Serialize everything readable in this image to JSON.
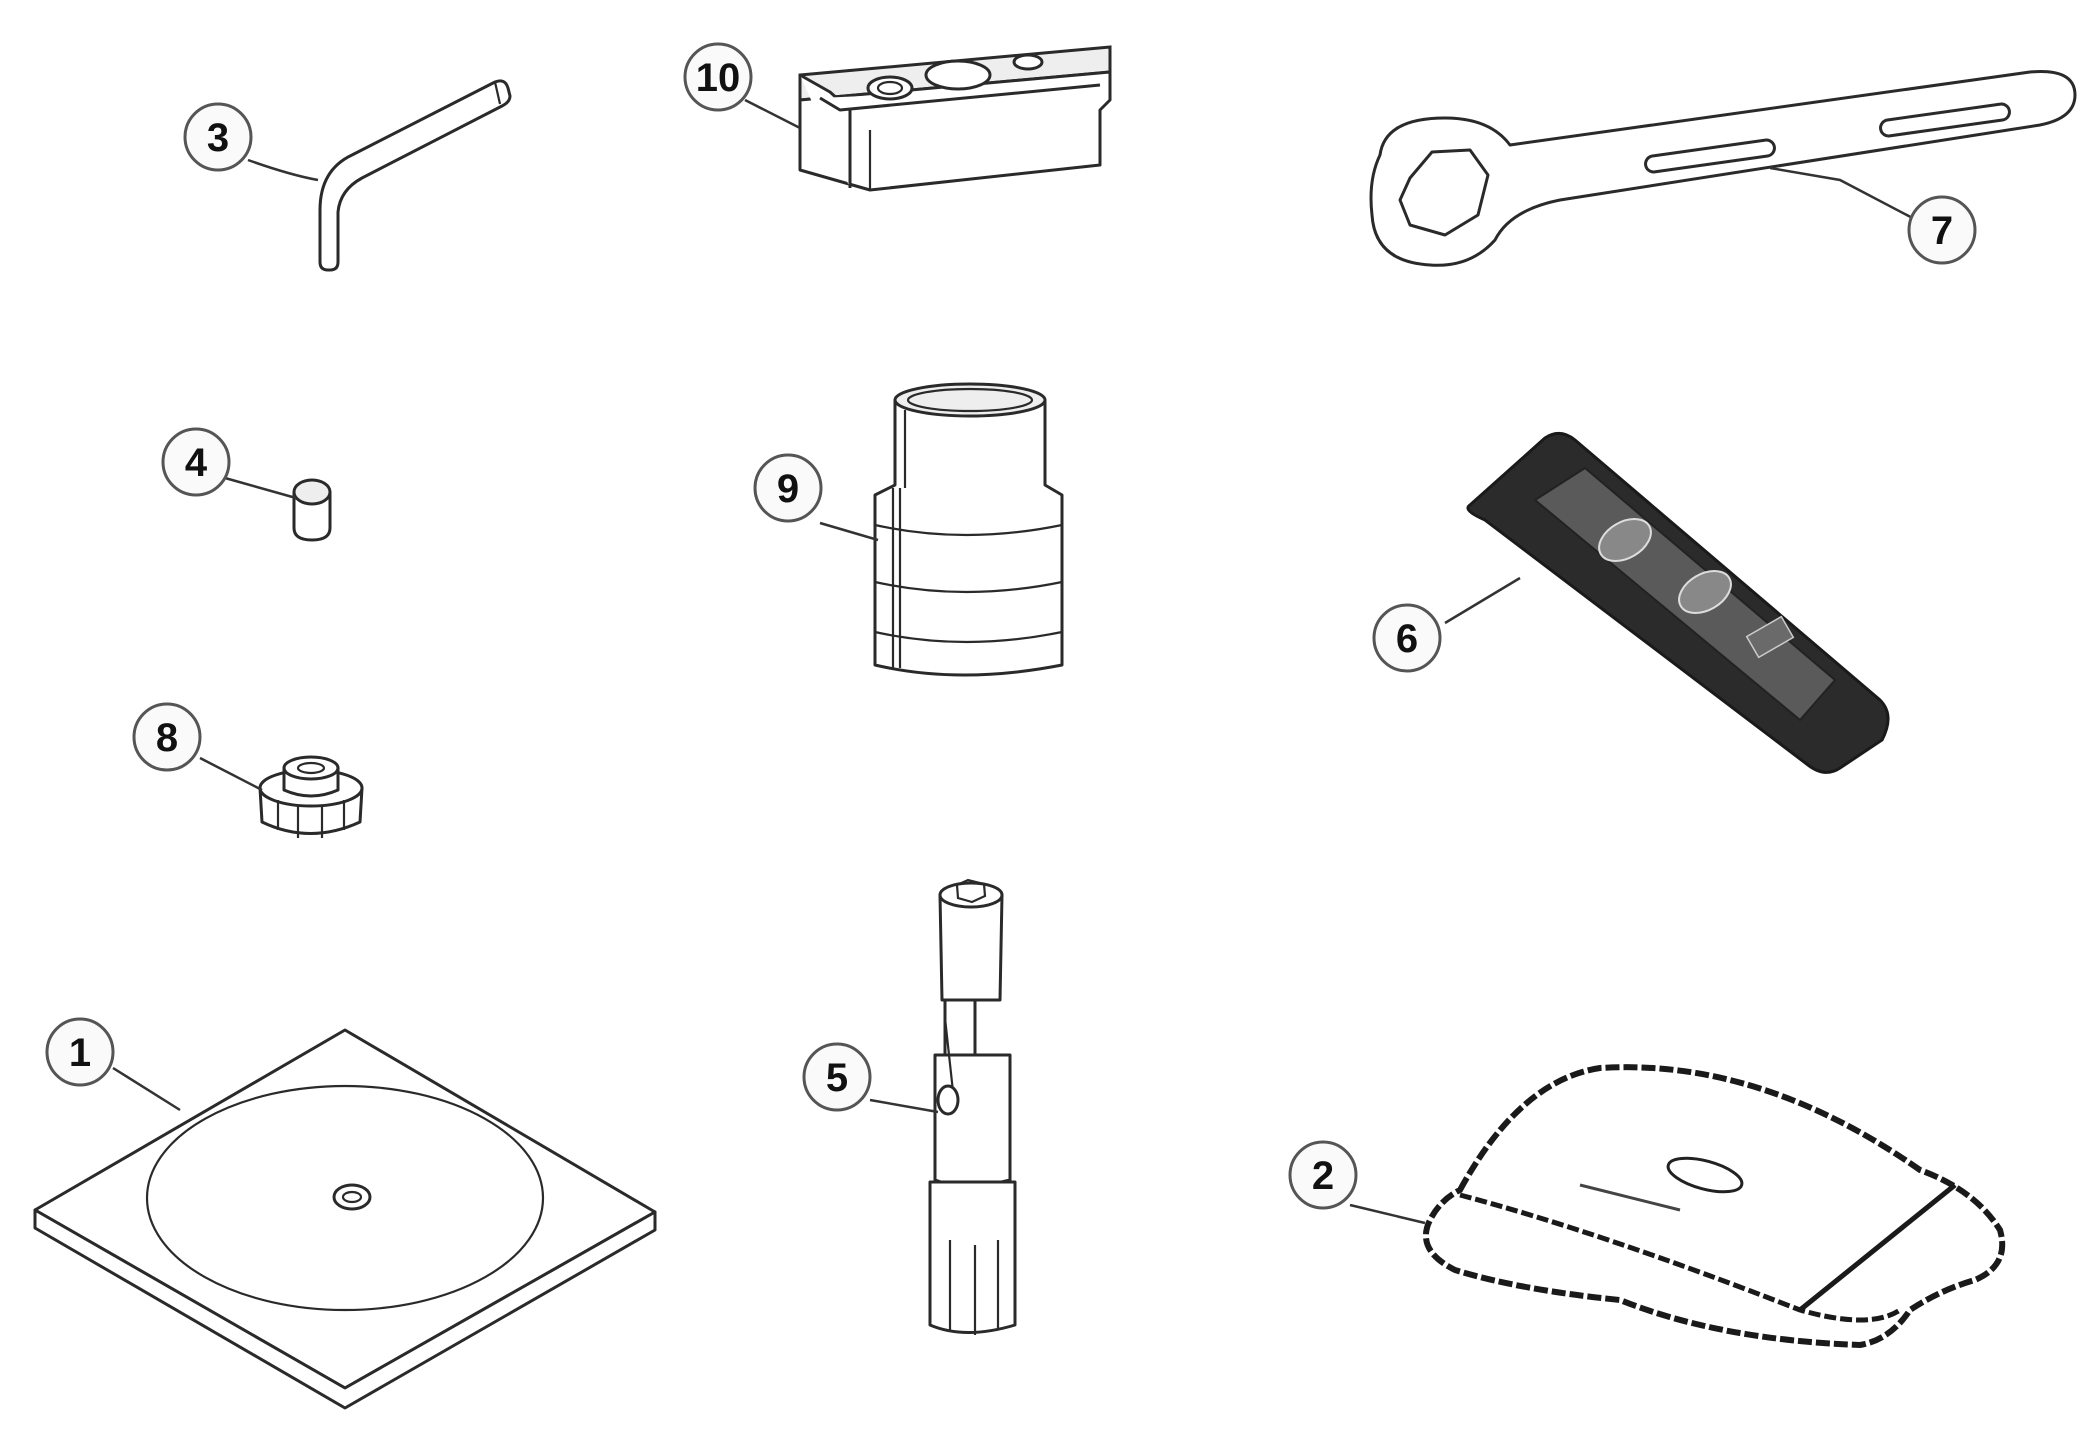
{
  "colors": {
    "line": "#2a2a2a",
    "bubble_stroke": "#555555",
    "dark_part": "#2b2b2b"
  },
  "callouts": [
    {
      "id": "1",
      "label": "1"
    },
    {
      "id": "2",
      "label": "2"
    },
    {
      "id": "3",
      "label": "3"
    },
    {
      "id": "4",
      "label": "4"
    },
    {
      "id": "5",
      "label": "5"
    },
    {
      "id": "6",
      "label": "6"
    },
    {
      "id": "7",
      "label": "7"
    },
    {
      "id": "8",
      "label": "8"
    },
    {
      "id": "9",
      "label": "9"
    },
    {
      "id": "10",
      "label": "10"
    }
  ],
  "icons": {
    "part_1": "base-plate-icon",
    "part_2": "pouch-icon",
    "part_3": "hex-key-icon",
    "part_4": "dowel-pin-icon",
    "part_5": "socket-wrench-icon",
    "part_6": "multi-tool-icon",
    "part_7": "spanner-icon",
    "part_8": "nut-adapter-icon",
    "part_9": "sleeve-icon",
    "part_10": "block-icon"
  }
}
